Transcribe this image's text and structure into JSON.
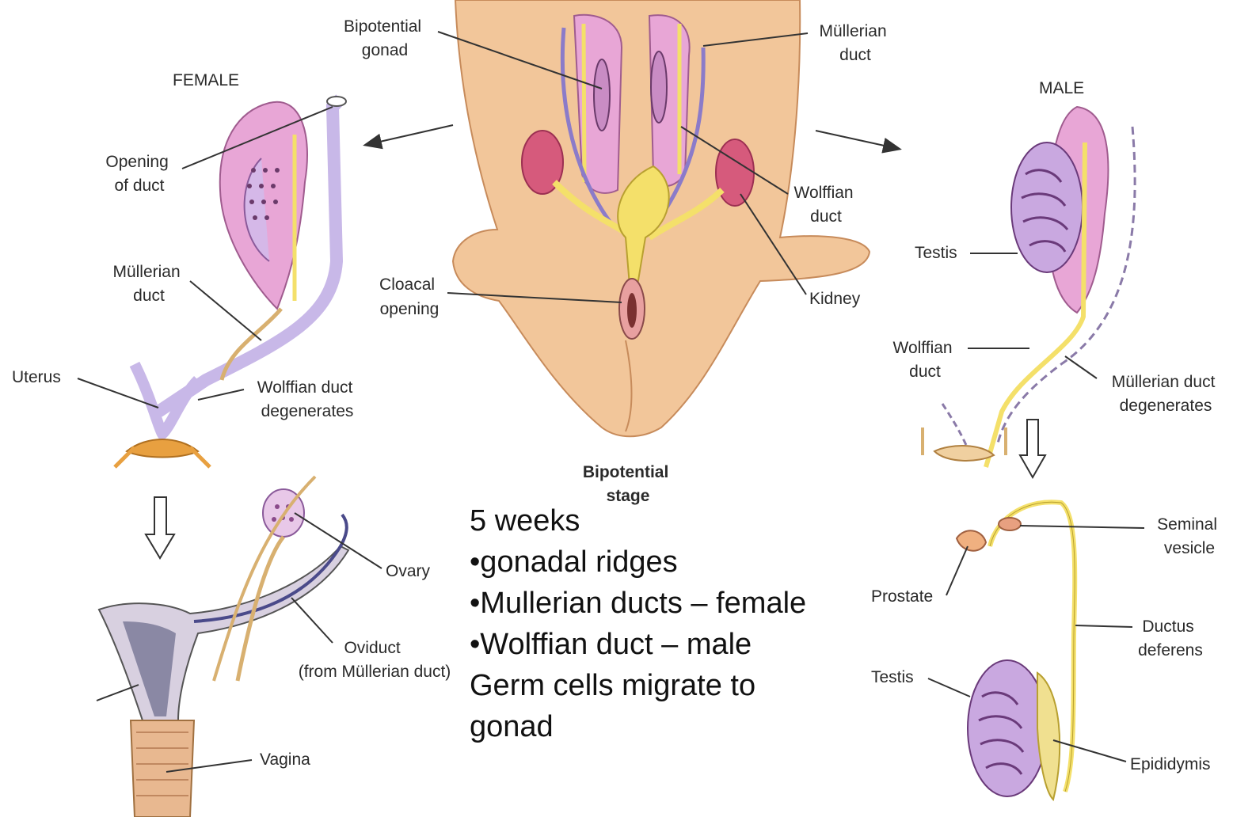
{
  "labels": {
    "bipotential_gonad": [
      "Bipotential",
      "gonad"
    ],
    "mullerian_duct_top": [
      "Müllerian",
      "duct"
    ],
    "female": "FEMALE",
    "male": "MALE",
    "opening_of_duct": [
      "Opening",
      "of duct"
    ],
    "mullerian_duct_left": [
      "Müllerian",
      "duct"
    ],
    "uterus": "Uterus",
    "wolffian_degenerates": [
      "Wolffian duct",
      "degenerates"
    ],
    "cloacal_opening": [
      "Cloacal",
      "opening"
    ],
    "wolffian_duct_center": [
      "Wolffian",
      "duct"
    ],
    "kidney": "Kidney",
    "testis_top": "Testis",
    "wolffian_duct_right": [
      "Wolffian",
      "duct"
    ],
    "mullerian_degenerates": [
      "Müllerian duct",
      "degenerates"
    ],
    "stage": [
      "Bipotential",
      "stage"
    ],
    "ovary": "Ovary",
    "oviduct": [
      "Oviduct",
      "(from Müllerian duct)"
    ],
    "vagina": "Vagina",
    "seminal_vesicle": [
      "Seminal",
      "vesicle"
    ],
    "prostate": "Prostate",
    "ductus_deferens": [
      "Ductus",
      "deferens"
    ],
    "testis_bottom": "Testis",
    "epididymis": "Epididymis"
  },
  "notes": [
    "5 weeks",
    "•gonadal ridges",
    "•Mullerian ducts – female",
    "•Wolffian duct – male",
    "Germ cells migrate to",
    "gonad"
  ],
  "colors": {
    "skin": "#f2c69a",
    "gonad_pink": "#e8a6d6",
    "mullerian_lilac": "#b9a7e0",
    "wolffian_yellow": "#f4e06a",
    "kidney_red": "#d65a7c"
  }
}
